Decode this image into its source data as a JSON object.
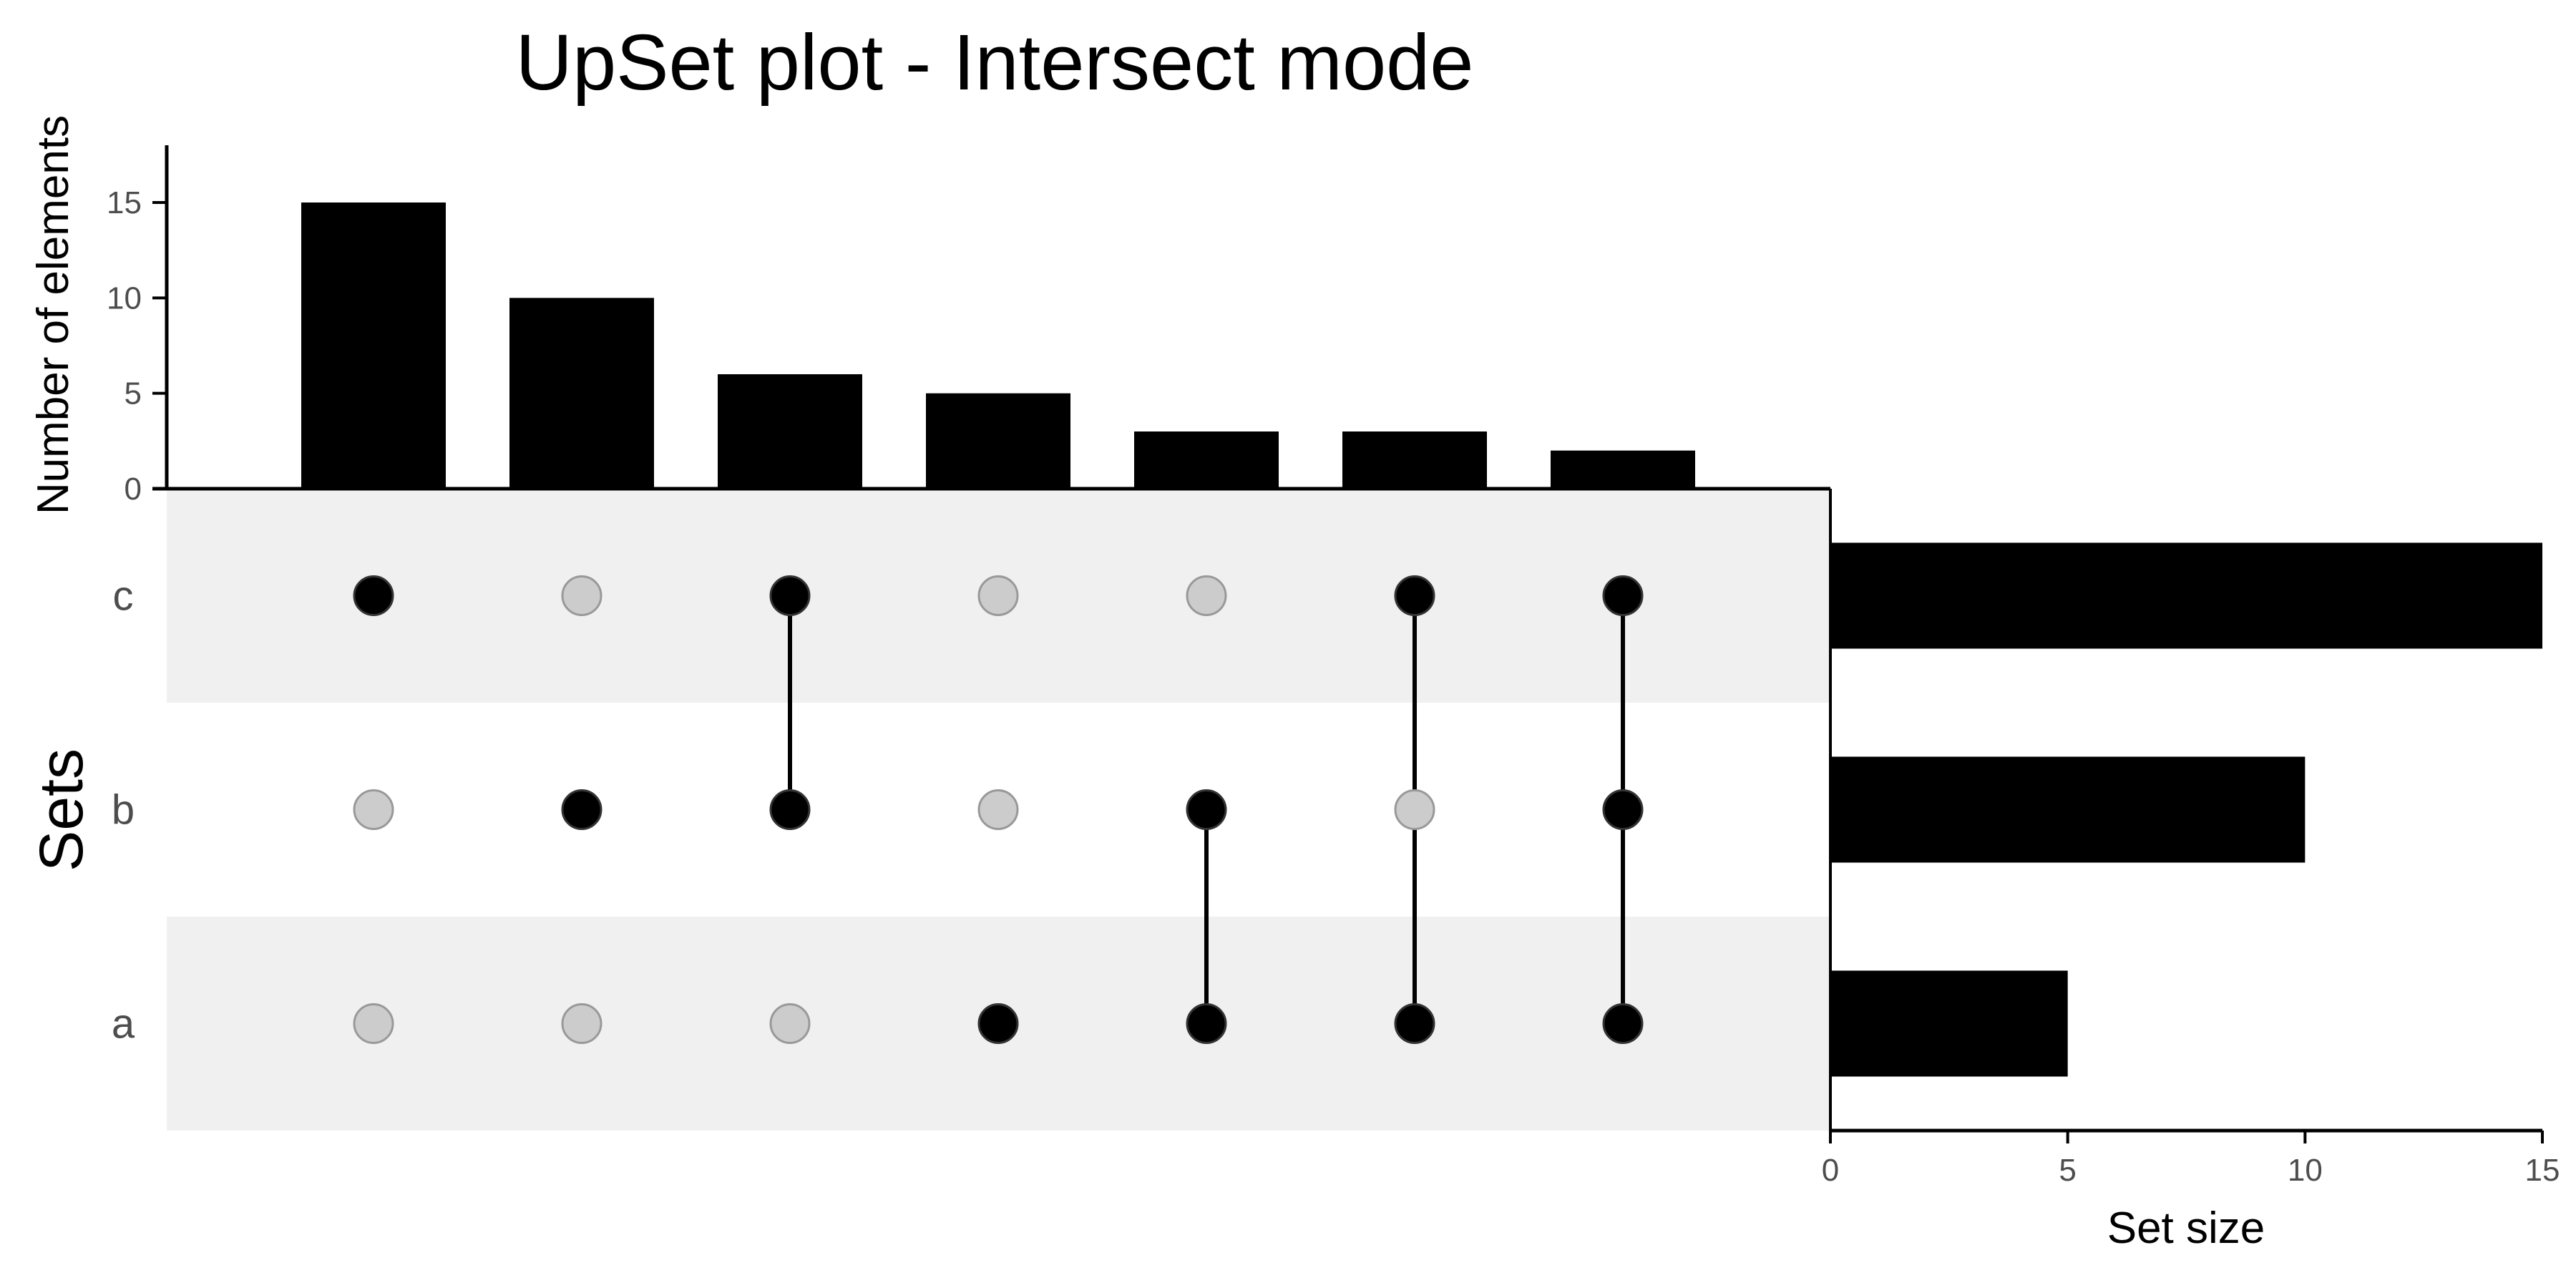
{
  "chart_data": {
    "type": "bar",
    "title": "UpSet plot - Intersect mode",
    "intersections": {
      "ylabel": "Number of elements",
      "ylim": [
        0,
        18
      ],
      "yticks": [
        0,
        5,
        10,
        15
      ],
      "values": [
        15,
        10,
        6,
        5,
        3,
        3,
        2
      ],
      "members": [
        [
          "c"
        ],
        [
          "b"
        ],
        [
          "b",
          "c"
        ],
        [
          "a"
        ],
        [
          "a",
          "b"
        ],
        [
          "a",
          "c"
        ],
        [
          "a",
          "b",
          "c"
        ]
      ]
    },
    "sets": {
      "title": "Sets",
      "names": [
        "c",
        "b",
        "a"
      ],
      "sizes": [
        15,
        10,
        5
      ]
    },
    "set_size_axis": {
      "xlabel": "Set size",
      "xlim": [
        0,
        15
      ],
      "xticks": [
        0,
        5,
        10,
        15
      ]
    },
    "colors": {
      "bar": "#000000",
      "dot_active": "#000000",
      "dot_inactive": "#cccccc",
      "dot_inactive_stroke": "#999999",
      "stripe": "#f0f0f0"
    }
  }
}
